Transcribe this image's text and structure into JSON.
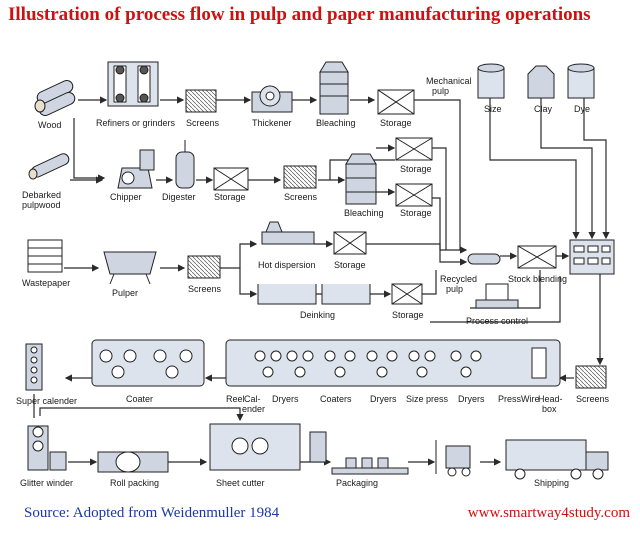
{
  "title": "Illustration of process flow in pulp and paper manufacturing operations",
  "footer": {
    "source": "Source: Adopted from Weidenmuller 1984",
    "website": "www.smartway4study.com"
  },
  "labels": {
    "wood": "Wood",
    "refiners": "Refiners or grinders",
    "screens1": "Screens",
    "thickener": "Thickener",
    "bleaching1": "Bleaching",
    "storage1": "Storage",
    "mechanical1": "Mechanical",
    "mechanical2": "pulp",
    "size": "Size",
    "clay": "Clay",
    "dye": "Dye",
    "debarked1": "Debarked",
    "debarked2": "pulpwood",
    "chipper": "Chipper",
    "digester": "Digester",
    "storage2": "Storage",
    "screens2": "Screens",
    "storage3": "Storage",
    "bleaching2": "Bleaching",
    "storage4": "Storage",
    "wastepaper": "Wastepaper",
    "pulper": "Pulper",
    "screens3": "Screens",
    "hotdispersion": "Hot dispersion",
    "storage5": "Storage",
    "recycled1": "Recycled",
    "recycled2": "pulp",
    "stockblending": "Stock blending",
    "deinking": "Deinking",
    "storage6": "Storage",
    "processcontrol": "Process control",
    "supercalender": "Super calender",
    "coater": "Coater",
    "reel": "Reel",
    "calender1": "Cal-",
    "calender2": "ender",
    "dryers1": "Dryers",
    "coaters": "Coaters",
    "dryers2": "Dryers",
    "sizepress": "Size press",
    "dryers3": "Dryers",
    "presswire": "PressWire",
    "headbox1": "Head-",
    "headbox2": "box",
    "screens4": "Screens",
    "glitterwinder": "Glitter winder",
    "rollpacking": "Roll packing",
    "sheetcutter": "Sheet cutter",
    "packaging": "Packaging",
    "shipping": "Shipping"
  },
  "colors": {
    "title": "#d01010",
    "source": "#1a3aa0",
    "equipment": "#cfd6e2",
    "line": "#2a2a2a",
    "panel": "#dde3ec"
  }
}
